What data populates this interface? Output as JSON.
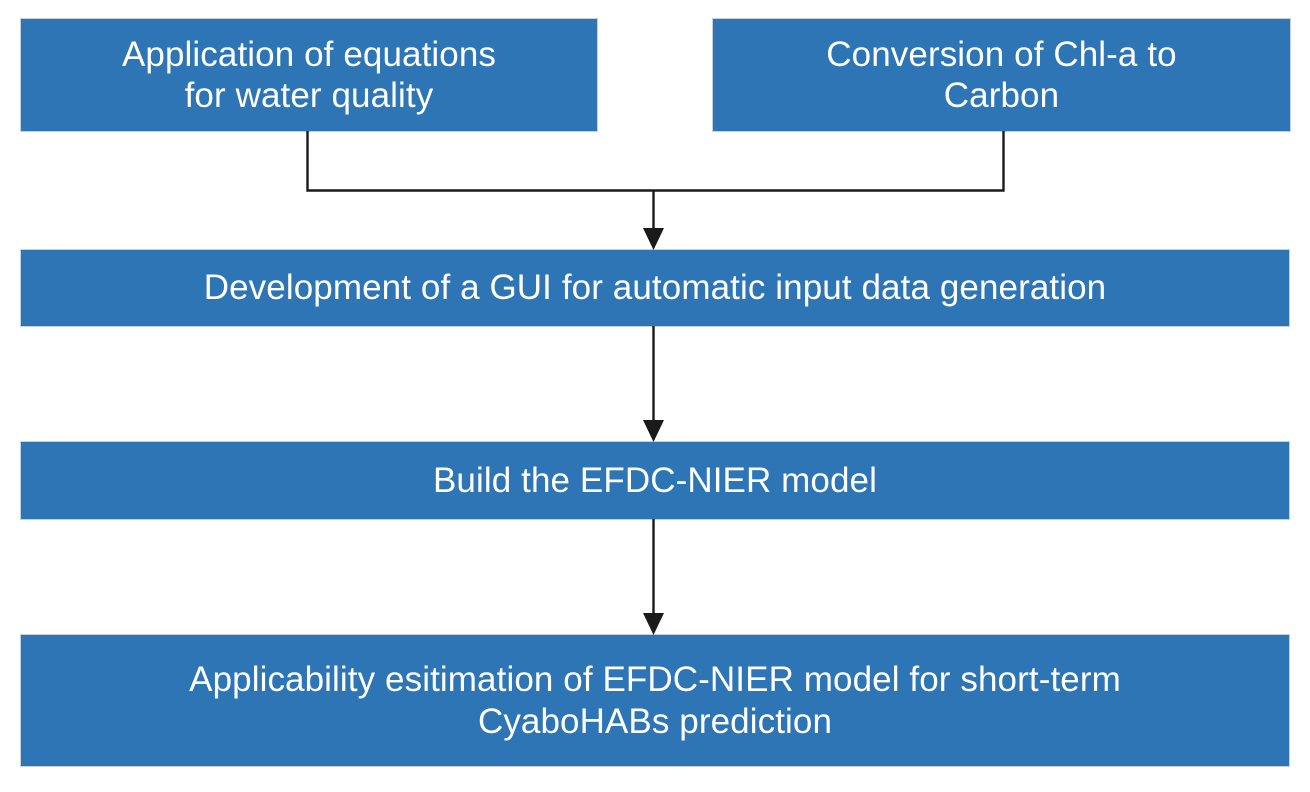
{
  "diagram": {
    "title": "Research workflow flowchart",
    "background_color": "#FFFFFF",
    "node_fill_color": "#2E75B6",
    "node_text_color": "#FFFFFF",
    "connector_color": "#1A1A1A",
    "nodes": [
      {
        "id": "water-quality",
        "label": "Application of equations\nfor water quality",
        "row": 1,
        "column": "left"
      },
      {
        "id": "chla-carbon",
        "label": "Conversion of Chl-a to\nCarbon",
        "row": 1,
        "column": "right"
      },
      {
        "id": "gui-development",
        "label": "Development of a GUI for automatic input data generation",
        "row": 2,
        "column": "full"
      },
      {
        "id": "build-model",
        "label": "Build the EFDC-NIER model",
        "row": 3,
        "column": "full"
      },
      {
        "id": "applicability",
        "label": "Applicability esitimation of EFDC-NIER model for short-term\nCyaboHABs prediction",
        "row": 4,
        "column": "full"
      }
    ],
    "connectors": [
      {
        "id": "merge-to-gui",
        "from": [
          "water-quality",
          "chla-carbon"
        ],
        "to": "gui-development",
        "style": "elbow-merge-arrow"
      },
      {
        "id": "gui-to-model",
        "from": [
          "gui-development"
        ],
        "to": "build-model",
        "style": "straight-arrow"
      },
      {
        "id": "model-to-applicability",
        "from": [
          "build-model"
        ],
        "to": "applicability",
        "style": "straight-arrow"
      }
    ]
  }
}
